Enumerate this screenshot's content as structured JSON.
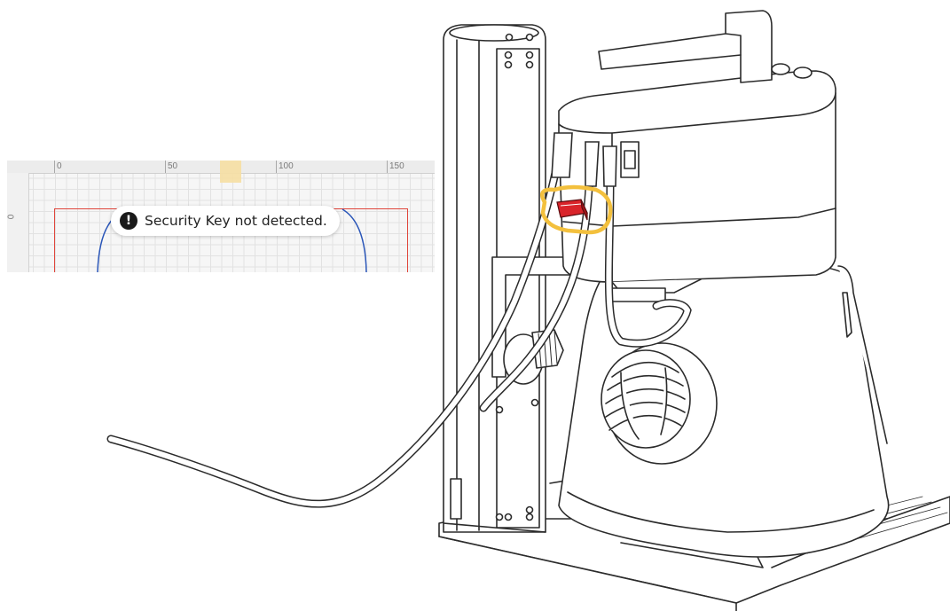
{
  "inset": {
    "ruler_top_labels": [
      "0",
      "50",
      "100",
      "150"
    ],
    "ruler_left_label": "0",
    "toast_message": "Security Key not detected.",
    "toast_icon": "exclamation-circle-icon"
  },
  "colors": {
    "highlight": "#f3c03d",
    "security_key": "#d9242a",
    "work_area_border": "#e0453b",
    "path_line": "#2a56b8"
  }
}
